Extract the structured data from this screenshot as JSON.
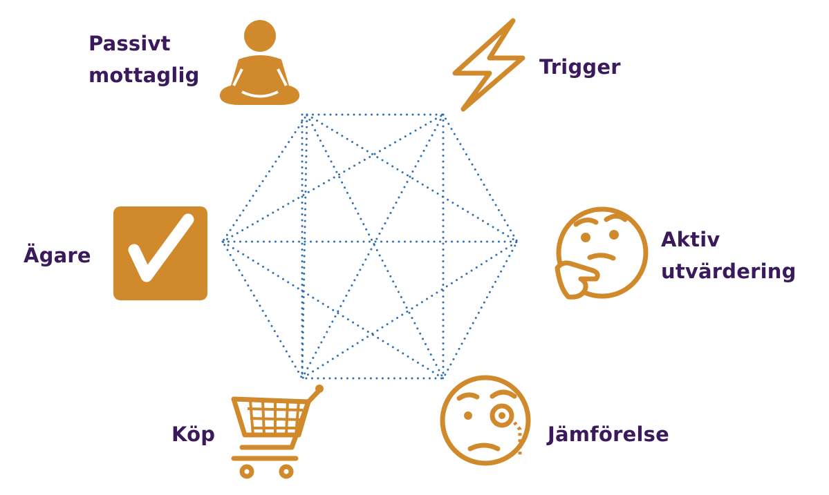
{
  "diagram": {
    "accent_color": "#d08a2c",
    "network_color": "#2f6fb0",
    "label_color": "#3a1a5c",
    "nodes": [
      {
        "id": "passive",
        "label_line1": "Passivt",
        "label_line2": "mottaglig",
        "icon": "meditation-icon"
      },
      {
        "id": "trigger",
        "label_line1": "Trigger",
        "icon": "lightning-icon"
      },
      {
        "id": "active",
        "label_line1": "Aktiv",
        "label_line2": "utvärdering",
        "icon": "thinking-face-icon"
      },
      {
        "id": "compare",
        "label_line1": "Jämförelse",
        "icon": "monocle-face-icon"
      },
      {
        "id": "buy",
        "label_line1": "Köp",
        "icon": "shopping-cart-icon"
      },
      {
        "id": "owner",
        "label_line1": "Ägare",
        "icon": "checkbox-icon"
      }
    ]
  }
}
